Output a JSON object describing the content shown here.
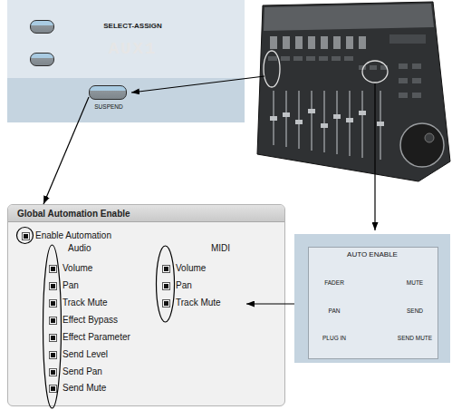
{
  "diagram": {
    "nodes": [
      {
        "text": [
          "SELECT-ASSIGN"
        ]
      },
      {
        "text": [
          "AUX1"
        ],
        "in": 0
      },
      {
        "text": [
          "SUSPEND"
        ],
        "in": 0
      },
      {
        "text": [
          "Global Automation Enable",
          "Enable Automation",
          "Audio",
          "MIDI",
          "Volume",
          "Pan",
          "Track Mute",
          "Effect Bypass",
          "Effect Parameter",
          "Send Level",
          "Send Pan",
          "Send Mute",
          "Volume",
          "Pan",
          "Track Mute"
        ]
      },
      {
        "text": [
          "AUTO ENABLE"
        ]
      },
      {
        "text": [
          "FADER"
        ],
        "in": 4
      },
      {
        "text": [
          "MUTE"
        ],
        "in": 4
      },
      {
        "text": [
          "PAN"
        ],
        "in": 4
      },
      {
        "text": [
          "SEND"
        ],
        "in": 4
      },
      {
        "text": [
          "PLUG IN"
        ],
        "in": 4
      },
      {
        "text": [
          "SEND MUTE"
        ],
        "in": 4
      }
    ],
    "edges": [
      {
        "from": 2,
        "to": 3,
        "arrow": "to"
      },
      {
        "from": 4,
        "to": 3,
        "arrow": "to"
      }
    ]
  }
}
